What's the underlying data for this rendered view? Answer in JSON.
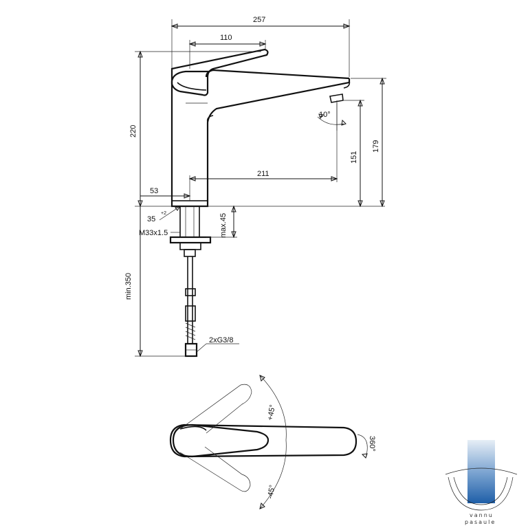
{
  "dimensions": {
    "total_length": "257",
    "lever_length": "110",
    "total_height": "220",
    "spout_height": "179",
    "outlet_height": "151",
    "reach": "211",
    "body_width": "53",
    "hole_diameter": "35",
    "hole_tolerance": "+2",
    "thread": "M33x1.5",
    "max_thickness": "max.45",
    "min_hose": "min.350",
    "connection": "2xG3/8",
    "spout_angle": "10°",
    "swivel": "360°",
    "lever_plus": "+45°",
    "lever_minus": "-45°"
  },
  "logo": {
    "line1": "vannu",
    "line2": "pasaule",
    "colors": {
      "top": "#d9e6f2",
      "bottom": "#1f5fa8"
    }
  }
}
